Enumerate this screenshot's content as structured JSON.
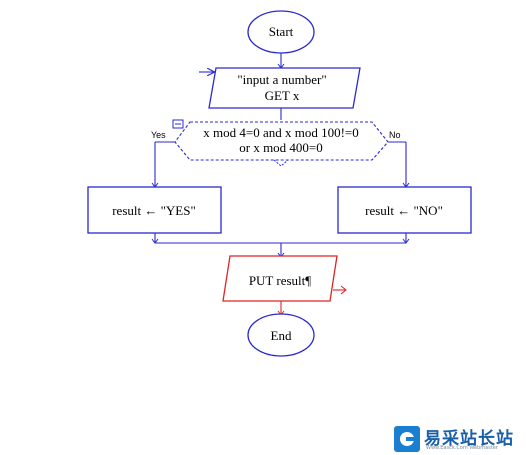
{
  "diagram": {
    "start_label": "Start",
    "input_line1": "\"input a number\"",
    "input_line2": "GET x",
    "condition_line1": "x mod 4=0 and x mod 100!=0",
    "condition_line2": "or x mod 400=0",
    "yes_label": "Yes",
    "no_label": "No",
    "result_yes": "result ← \"YES\"",
    "result_no": "result ← \"NO\"",
    "output_label": "PUT result¶",
    "end_label": "End"
  },
  "colors": {
    "flow_line": "#2a2ad0",
    "output_line": "#e02424"
  },
  "watermark": {
    "title": "易采站长站",
    "subtitle": "Www.Easck.Com Webmaster"
  }
}
